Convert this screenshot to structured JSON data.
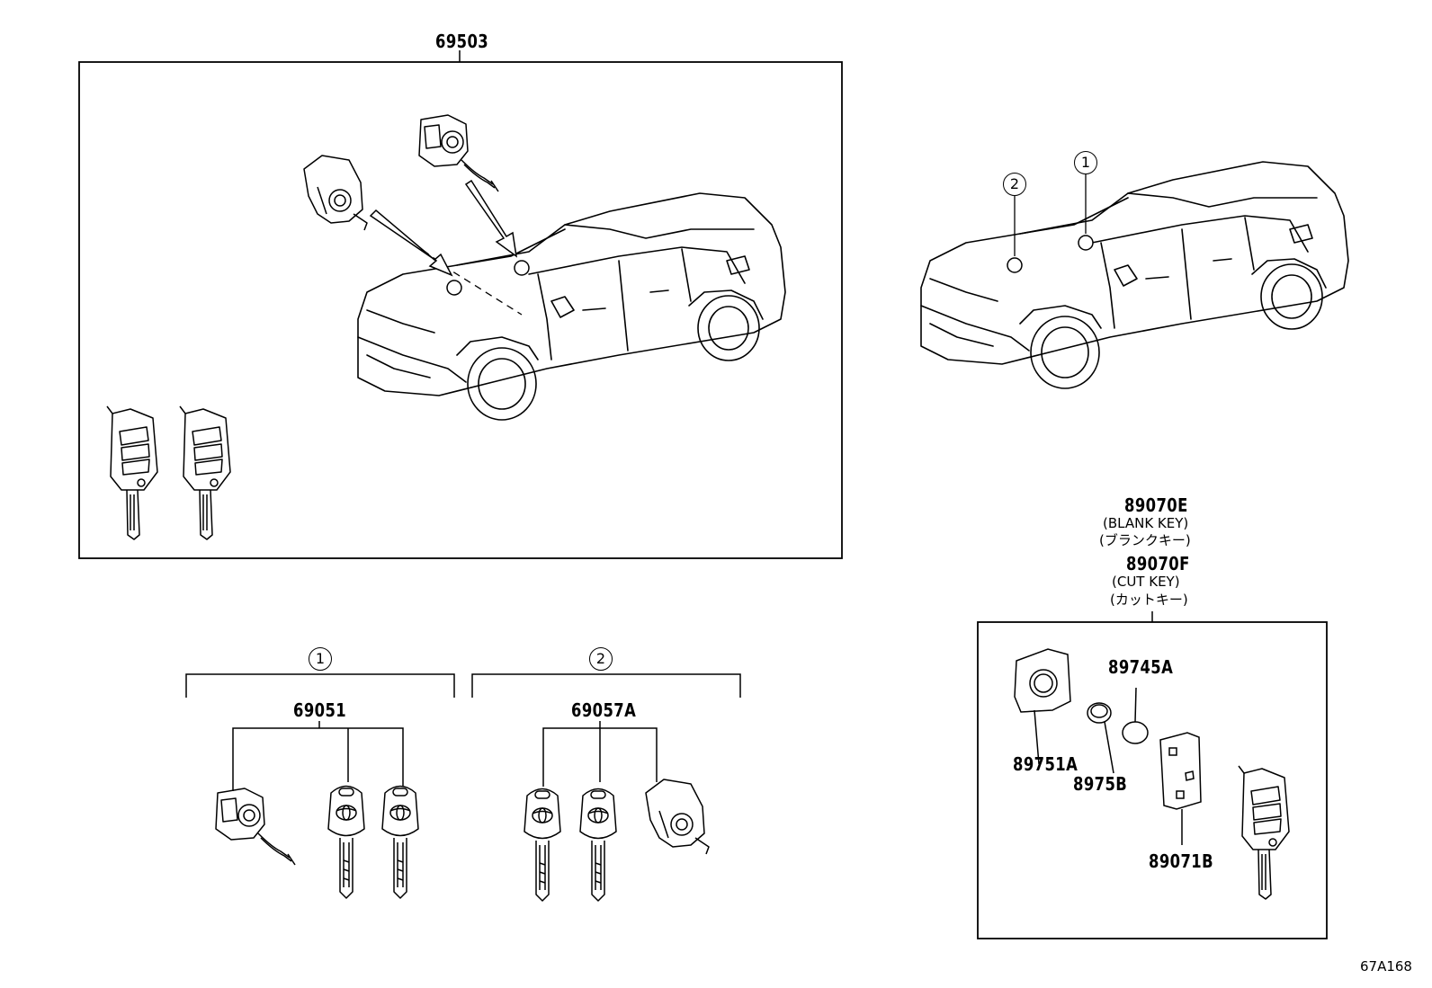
{
  "assembly": {
    "main_set_part": "69503",
    "ignition_set_part": "69051",
    "door_set_part": "69057A",
    "ref_1": "1",
    "ref_2": "2"
  },
  "transmitter": {
    "blank_part": "89070E",
    "blank_en": "(BLANK KEY)",
    "blank_jp": "(ブランクキー)",
    "cut_part": "89070F",
    "cut_en": "(CUT KEY)",
    "cut_jp": "(カットキー)",
    "housing_part": "89751A",
    "battery_part": "89745A",
    "cover_part": "8975B",
    "board_part": "89071B"
  },
  "illustration_code": "67A168"
}
